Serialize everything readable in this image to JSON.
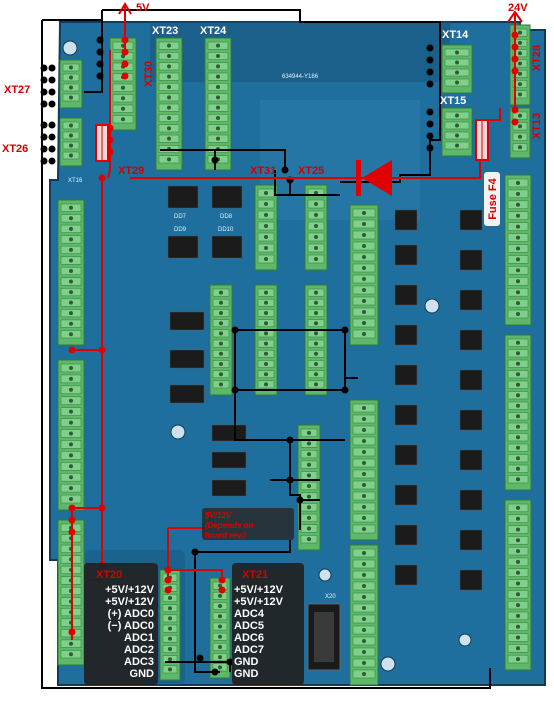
{
  "colors": {
    "board": "#1e6e9e",
    "board_dark": "#17577f",
    "board_light": "#3a8bbd",
    "terminal": "#5fb86a",
    "terminal_dark": "#2f7a3a",
    "wire_red": "#e00000",
    "wire_black": "#000000",
    "box_dark": "#222222",
    "fuse": "#f0d8d8"
  },
  "labels": {
    "v5": "5V",
    "v24": "24V",
    "xt23": "XT23",
    "xt24": "XT24",
    "xt14": "XT14",
    "xt15": "XT15",
    "xt28": "XT28",
    "xt13": "XT13",
    "xt27": "XT27",
    "xt26": "XT26",
    "xt30": "XT30",
    "xt29": "XT29",
    "xt31": "XT31",
    "xt25": "XT25",
    "fuse": "Fuse F4",
    "xt20": "XT20",
    "xt21": "XT21",
    "jumper_note_1": "5V/12V",
    "jumper_note_2": "(Depends on",
    "jumper_note_3": "board rev.)"
  },
  "silkscreen": {
    "dd7": "DD7",
    "dd8": "DD8",
    "dd9": "DD9",
    "dd10": "DD10",
    "board_code": "634944-Y186",
    "xt16": "XT16",
    "x20": "X20"
  },
  "xt20_pins": [
    "+5V/+12V",
    "+5V/+12V",
    "(+) ADC0",
    "(−) ADC0",
    "ADC1",
    "ADC2",
    "ADC3",
    "GND"
  ],
  "xt21_pins": [
    "+5V/+12V",
    "+5V/+12V",
    "ADC4",
    "ADC5",
    "ADC6",
    "ADC7",
    "GND",
    "GND"
  ],
  "icons": [
    "diode-icon",
    "fuse-icon",
    "arrow-up-icon"
  ]
}
